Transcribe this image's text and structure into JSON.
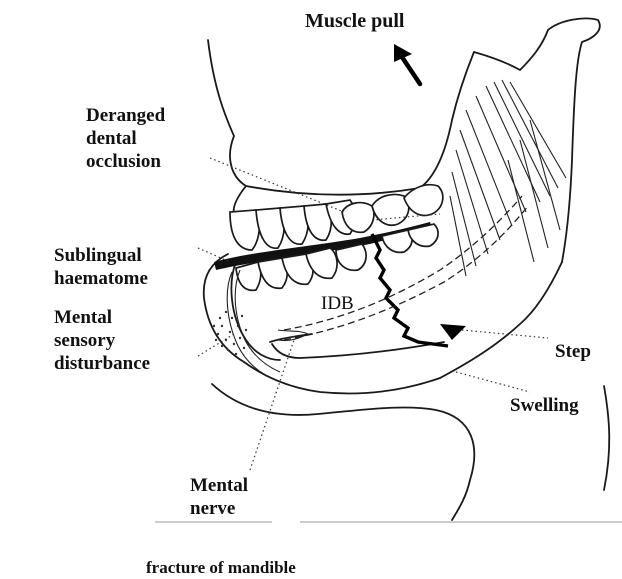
{
  "labels": {
    "muscle_pull": "Muscle pull",
    "deranged": [
      "Deranged",
      "dental",
      "occlusion"
    ],
    "sublingual": [
      "Sublingual",
      "haematome"
    ],
    "mental_sensory": [
      "Mental",
      "sensory",
      "disturbance"
    ],
    "idb": "IDB",
    "step": "Step",
    "swelling": "Swelling",
    "mental_nerve": [
      "Mental",
      "nerve"
    ]
  },
  "caption": "fracture of mandible"
}
